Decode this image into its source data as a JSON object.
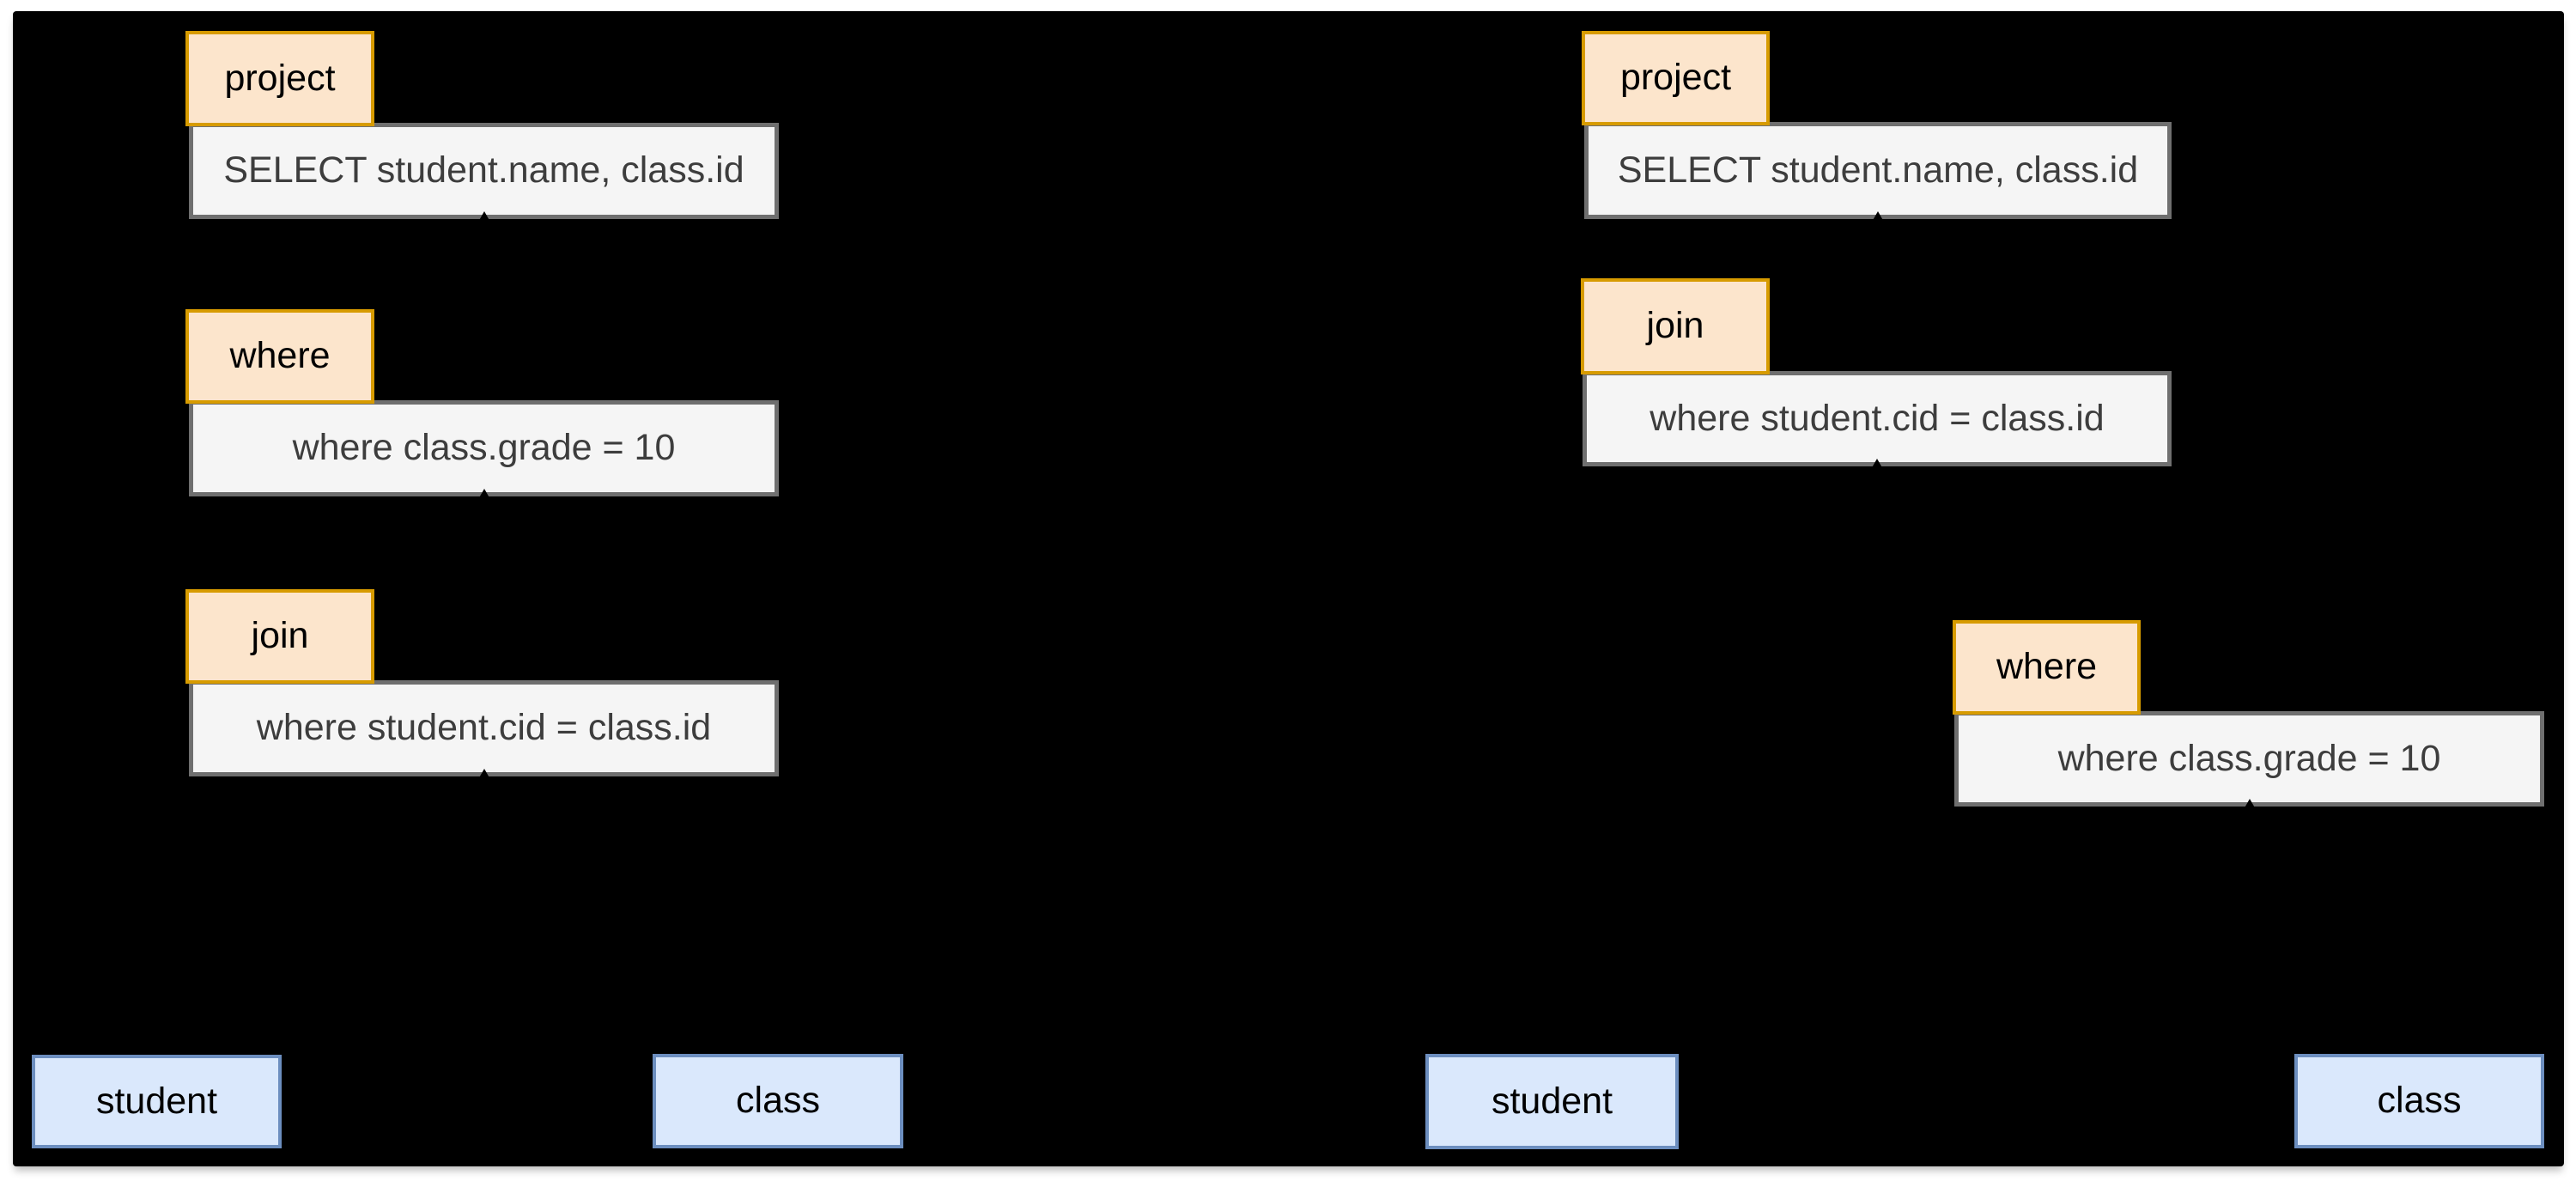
{
  "colors": {
    "page_bg": "#ffffff",
    "canvas_bg": "#000000",
    "operator_fill": "#FCE5CC",
    "operator_border": "#D79B00",
    "detail_fill": "#F5F5F5",
    "detail_border": "#6F6F6F",
    "detail_text": "#3D3D3D",
    "table_fill": "#DAE8FC",
    "table_border": "#6C8EBF",
    "label_text": "#000000"
  },
  "left_tree": {
    "project": {
      "label": "project",
      "detail": "SELECT student.name, class.id"
    },
    "where": {
      "label": "where",
      "detail": "where class.grade = 10"
    },
    "join": {
      "label": "join",
      "detail": "where student.cid = class.id"
    },
    "tables": [
      {
        "label": "student"
      },
      {
        "label": "class"
      }
    ]
  },
  "right_tree": {
    "project": {
      "label": "project",
      "detail": "SELECT student.name, class.id"
    },
    "join": {
      "label": "join",
      "detail": "where student.cid = class.id"
    },
    "where": {
      "label": "where",
      "detail": "where class.grade = 10"
    },
    "tables": [
      {
        "label": "student"
      },
      {
        "label": "class"
      }
    ]
  }
}
